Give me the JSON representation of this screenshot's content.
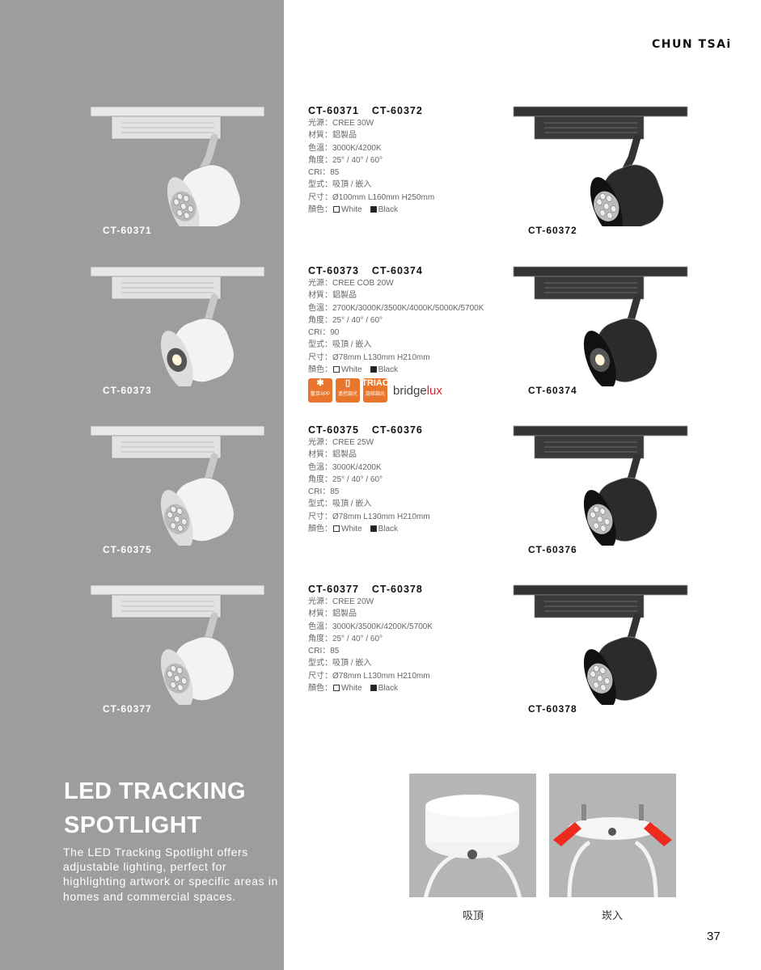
{
  "brand": "CHUN TSAi",
  "products": [
    {
      "left_label": "CT-60371",
      "right_label": "CT-60372",
      "title": [
        "CT-60371",
        "CT-60372"
      ],
      "specs": [
        {
          "k": "光源",
          "v": "CREE 30W"
        },
        {
          "k": "材質",
          "v": "鋁製品"
        },
        {
          "k": "色溫",
          "v": "3000K/4200K"
        },
        {
          "k": "角度",
          "v": "25°  / 40°  / 60°"
        },
        {
          "k": "CRI",
          "v": "85"
        },
        {
          "k": "型式",
          "v": "吸頂 / 嵌入"
        },
        {
          "k": "尺寸",
          "v": "Ø100mm L160mm H250mm"
        }
      ],
      "color_key": "顏色",
      "white": "White",
      "black": "Black",
      "lens": "led"
    },
    {
      "left_label": "CT-60373",
      "right_label": "CT-60374",
      "title": [
        "CT-60373",
        "CT-60374"
      ],
      "specs": [
        {
          "k": "光源",
          "v": "CREE COB 20W"
        },
        {
          "k": "材質",
          "v": "鋁製品"
        },
        {
          "k": "色溫",
          "v": "2700K/3000K/3500K/4000K/5000K/5700K"
        },
        {
          "k": "角度",
          "v": "25°  / 40°  / 60°"
        },
        {
          "k": "CRI",
          "v": "90"
        },
        {
          "k": "型式",
          "v": "吸頂 / 嵌入"
        },
        {
          "k": "尺寸",
          "v": "Ø78mm L130mm H210mm"
        }
      ],
      "color_key": "顏色",
      "white": "White",
      "black": "Black",
      "lens": "cob",
      "badges": [
        {
          "icon": "✱",
          "text": "藍芽APP"
        },
        {
          "icon": "▯",
          "text": "遙控調光"
        },
        {
          "icon": "TRIAC",
          "text": "旋鈕調光"
        }
      ],
      "partner": "bridgelux"
    },
    {
      "left_label": "CT-60375",
      "right_label": "CT-60376",
      "title": [
        "CT-60375",
        "CT-60376"
      ],
      "specs": [
        {
          "k": "光源",
          "v": "CREE 25W"
        },
        {
          "k": "材質",
          "v": "鋁製品"
        },
        {
          "k": "色溫",
          "v": "3000K/4200K"
        },
        {
          "k": "角度",
          "v": "25°  / 40°  / 60°"
        },
        {
          "k": "CRI",
          "v": "85"
        },
        {
          "k": "型式",
          "v": "吸頂 / 嵌入"
        },
        {
          "k": "尺寸",
          "v": "Ø78mm L130mm H210mm"
        }
      ],
      "color_key": "顏色",
      "white": "White",
      "black": "Black",
      "lens": "led"
    },
    {
      "left_label": "CT-60377",
      "right_label": "CT-60378",
      "title": [
        "CT-60377",
        "CT-60378"
      ],
      "specs": [
        {
          "k": "光源",
          "v": "CREE 20W"
        },
        {
          "k": "材質",
          "v": "鋁製品"
        },
        {
          "k": "色溫",
          "v": "3000K/3500K/4200K/5700K"
        },
        {
          "k": "角度",
          "v": "25°  / 40°  / 60°"
        },
        {
          "k": "CRI",
          "v": "85"
        },
        {
          "k": "型式",
          "v": "吸頂 / 嵌入"
        },
        {
          "k": "尺寸",
          "v": "Ø78mm L130mm H210mm"
        }
      ],
      "color_key": "顏色",
      "white": "White",
      "black": "Black",
      "lens": "led"
    }
  ],
  "headline": [
    "LED TRACKING",
    "SPOTLIGHT"
  ],
  "description": "The LED Tracking Spotlight offers adjustable lighting, perfect for highlighting artwork or specific areas in homes and commercial spaces.",
  "mounting": [
    {
      "caption": "吸頂"
    },
    {
      "caption": "崁入"
    }
  ],
  "page_number": "37",
  "colors": {
    "panel": "#9c9d9f",
    "badge": "#e8762c"
  }
}
